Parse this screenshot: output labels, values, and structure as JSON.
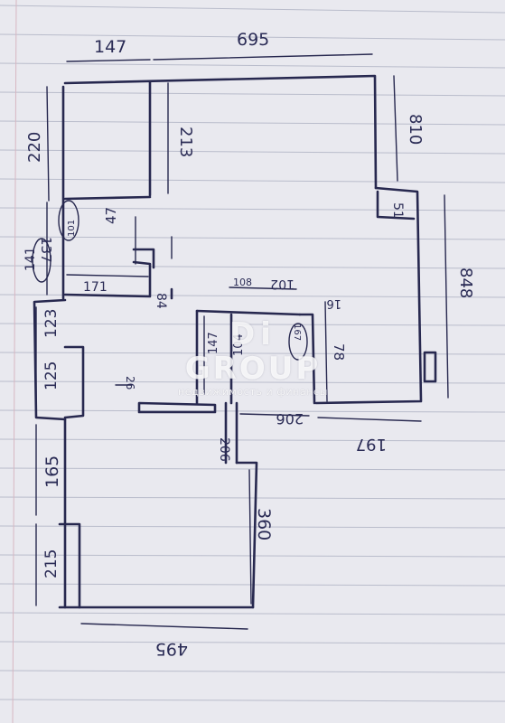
{
  "watermark": {
    "line1": "Di",
    "line2": "GROUP",
    "tagline": "недвижимость и финансы"
  },
  "dimensions": {
    "d147": "147",
    "d695": "695",
    "d220": "220",
    "d213": "213",
    "d810": "810",
    "d137": "137",
    "d141": "141",
    "d101": "101",
    "d47": "47",
    "d171": "171",
    "d84": "84",
    "d51": "51",
    "d848": "848",
    "d123": "123",
    "d108": "108",
    "d102": "102",
    "d16": "16",
    "d147b": "147",
    "d78": "78",
    "d167": "167",
    "d104": "104",
    "d125": "125",
    "d26": "26",
    "d206": "206",
    "d206b": "206",
    "d197": "197",
    "d165": "165",
    "d360": "360",
    "d215": "215",
    "d495": "495"
  }
}
